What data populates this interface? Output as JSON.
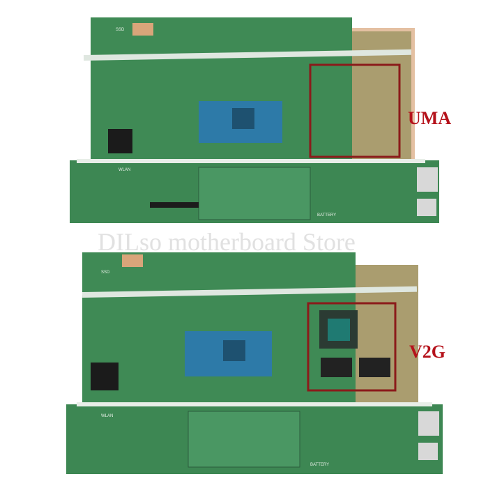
{
  "labels": {
    "top_variant": "UMA",
    "bottom_variant": "V2G"
  },
  "watermark": "DILso motherboard Store",
  "silkscreen": {
    "ssd": "SSD",
    "wlan": "WLAN",
    "battery": "BATTERY"
  },
  "colors": {
    "pcb": "#3f8a55",
    "highlight_box": "#8b1a1a",
    "label": "#b5121b"
  }
}
